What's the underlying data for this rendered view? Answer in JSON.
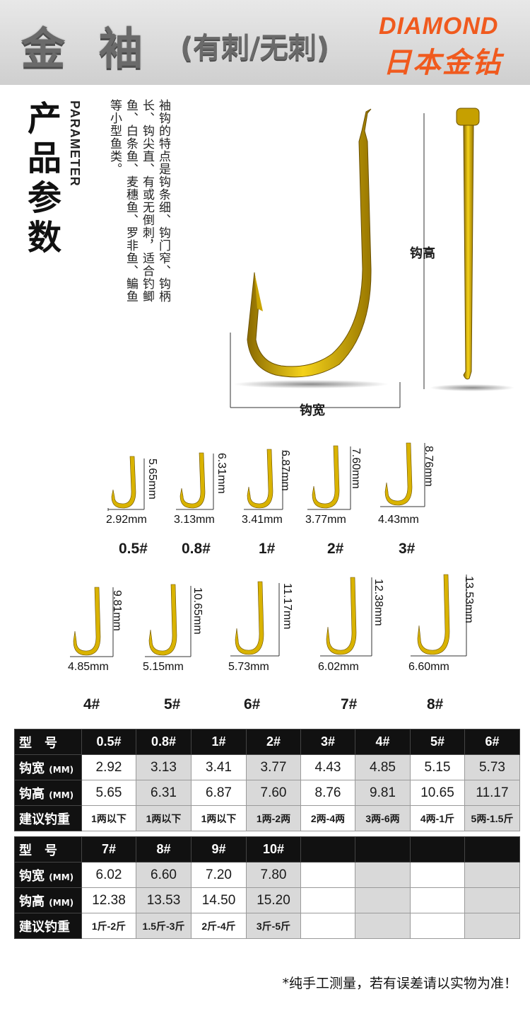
{
  "header": {
    "title": "金袖",
    "subtitle": "(有刺/无刺)",
    "brand_en": "DIAMOND",
    "brand_cn": "日本金钻",
    "brand_color": "#f05a1e"
  },
  "parameter": {
    "title_cn": "产品参数",
    "title_en": "PARAMETER",
    "description": "袖钩的特点是钩条细、钩门窄、钩柄长、钩尖直、有或无倒刺，适合钓鲫鱼、白条鱼、麦穗鱼、罗非鱼、鳊鱼等小型鱼类。",
    "label_height": "钩高",
    "label_width": "钩宽"
  },
  "sizes": [
    {
      "num": "0.5#",
      "width": "2.92mm",
      "height": "5.65mm"
    },
    {
      "num": "0.8#",
      "width": "3.13mm",
      "height": "6.31mm"
    },
    {
      "num": "1#",
      "width": "3.41mm",
      "height": "6.87mm"
    },
    {
      "num": "2#",
      "width": "3.77mm",
      "height": "7.60mm"
    },
    {
      "num": "3#",
      "width": "4.43mm",
      "height": "8.76mm"
    },
    {
      "num": "4#",
      "width": "4.85mm",
      "height": "9.81mm"
    },
    {
      "num": "5#",
      "width": "5.15mm",
      "height": "10.65mm"
    },
    {
      "num": "6#",
      "width": "5.73mm",
      "height": "11.17mm"
    },
    {
      "num": "7#",
      "width": "6.02mm",
      "height": "12.38mm"
    },
    {
      "num": "8#",
      "width": "6.60mm",
      "height": "13.53mm"
    }
  ],
  "table1": {
    "row_labels": {
      "model": "型　号",
      "width": "钩宽",
      "height": "钩高",
      "weight": "建议钓重",
      "unit": "(MM)"
    },
    "models": [
      "0.5#",
      "0.8#",
      "1#",
      "2#",
      "3#",
      "4#",
      "5#",
      "6#"
    ],
    "widths": [
      "2.92",
      "3.13",
      "3.41",
      "3.77",
      "4.43",
      "4.85",
      "5.15",
      "5.73"
    ],
    "heights": [
      "5.65",
      "6.31",
      "6.87",
      "7.60",
      "8.76",
      "9.81",
      "10.65",
      "11.17"
    ],
    "weights": [
      "1两以下",
      "1两以下",
      "1两以下",
      "1两-2两",
      "2两-4两",
      "3两-6两",
      "4两-1斤",
      "5两-1.5斤"
    ]
  },
  "table2": {
    "models": [
      "7#",
      "8#",
      "9#",
      "10#"
    ],
    "widths": [
      "6.02",
      "6.60",
      "7.20",
      "7.80"
    ],
    "heights": [
      "12.38",
      "13.53",
      "14.50",
      "15.20"
    ],
    "weights": [
      "1斤-2斤",
      "1.5斤-3斤",
      "2斤-4斤",
      "3斤-5斤"
    ]
  },
  "footnote": "*纯手工测量，若有误差请以实物为准！"
}
